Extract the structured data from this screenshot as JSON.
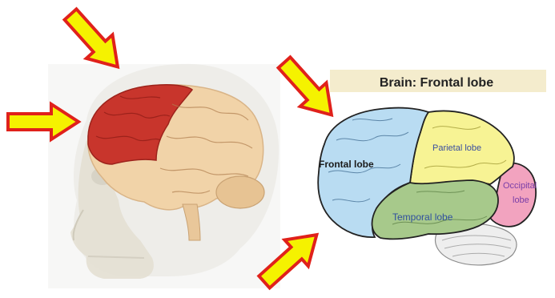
{
  "right_panel": {
    "title": "Brain: Frontal lobe",
    "labels": {
      "frontal": "Frontal lobe",
      "parietal": "Parietal lobe",
      "temporal": "Temporal lobe",
      "occipital_line1": "Occipital",
      "occipital_line2": "lobe"
    }
  },
  "colors": {
    "highlight_red": "#c8352c",
    "brain_tan": "#f1d3a8",
    "frontal_blue": "#b9dcf2",
    "parietal_yellow": "#f7f394",
    "temporal_green": "#a7c98b",
    "occipital_pink": "#f2a3bf",
    "title_band": "#f4eccd",
    "arrow_fill": "#f5f200",
    "arrow_stroke": "#e0211b"
  }
}
